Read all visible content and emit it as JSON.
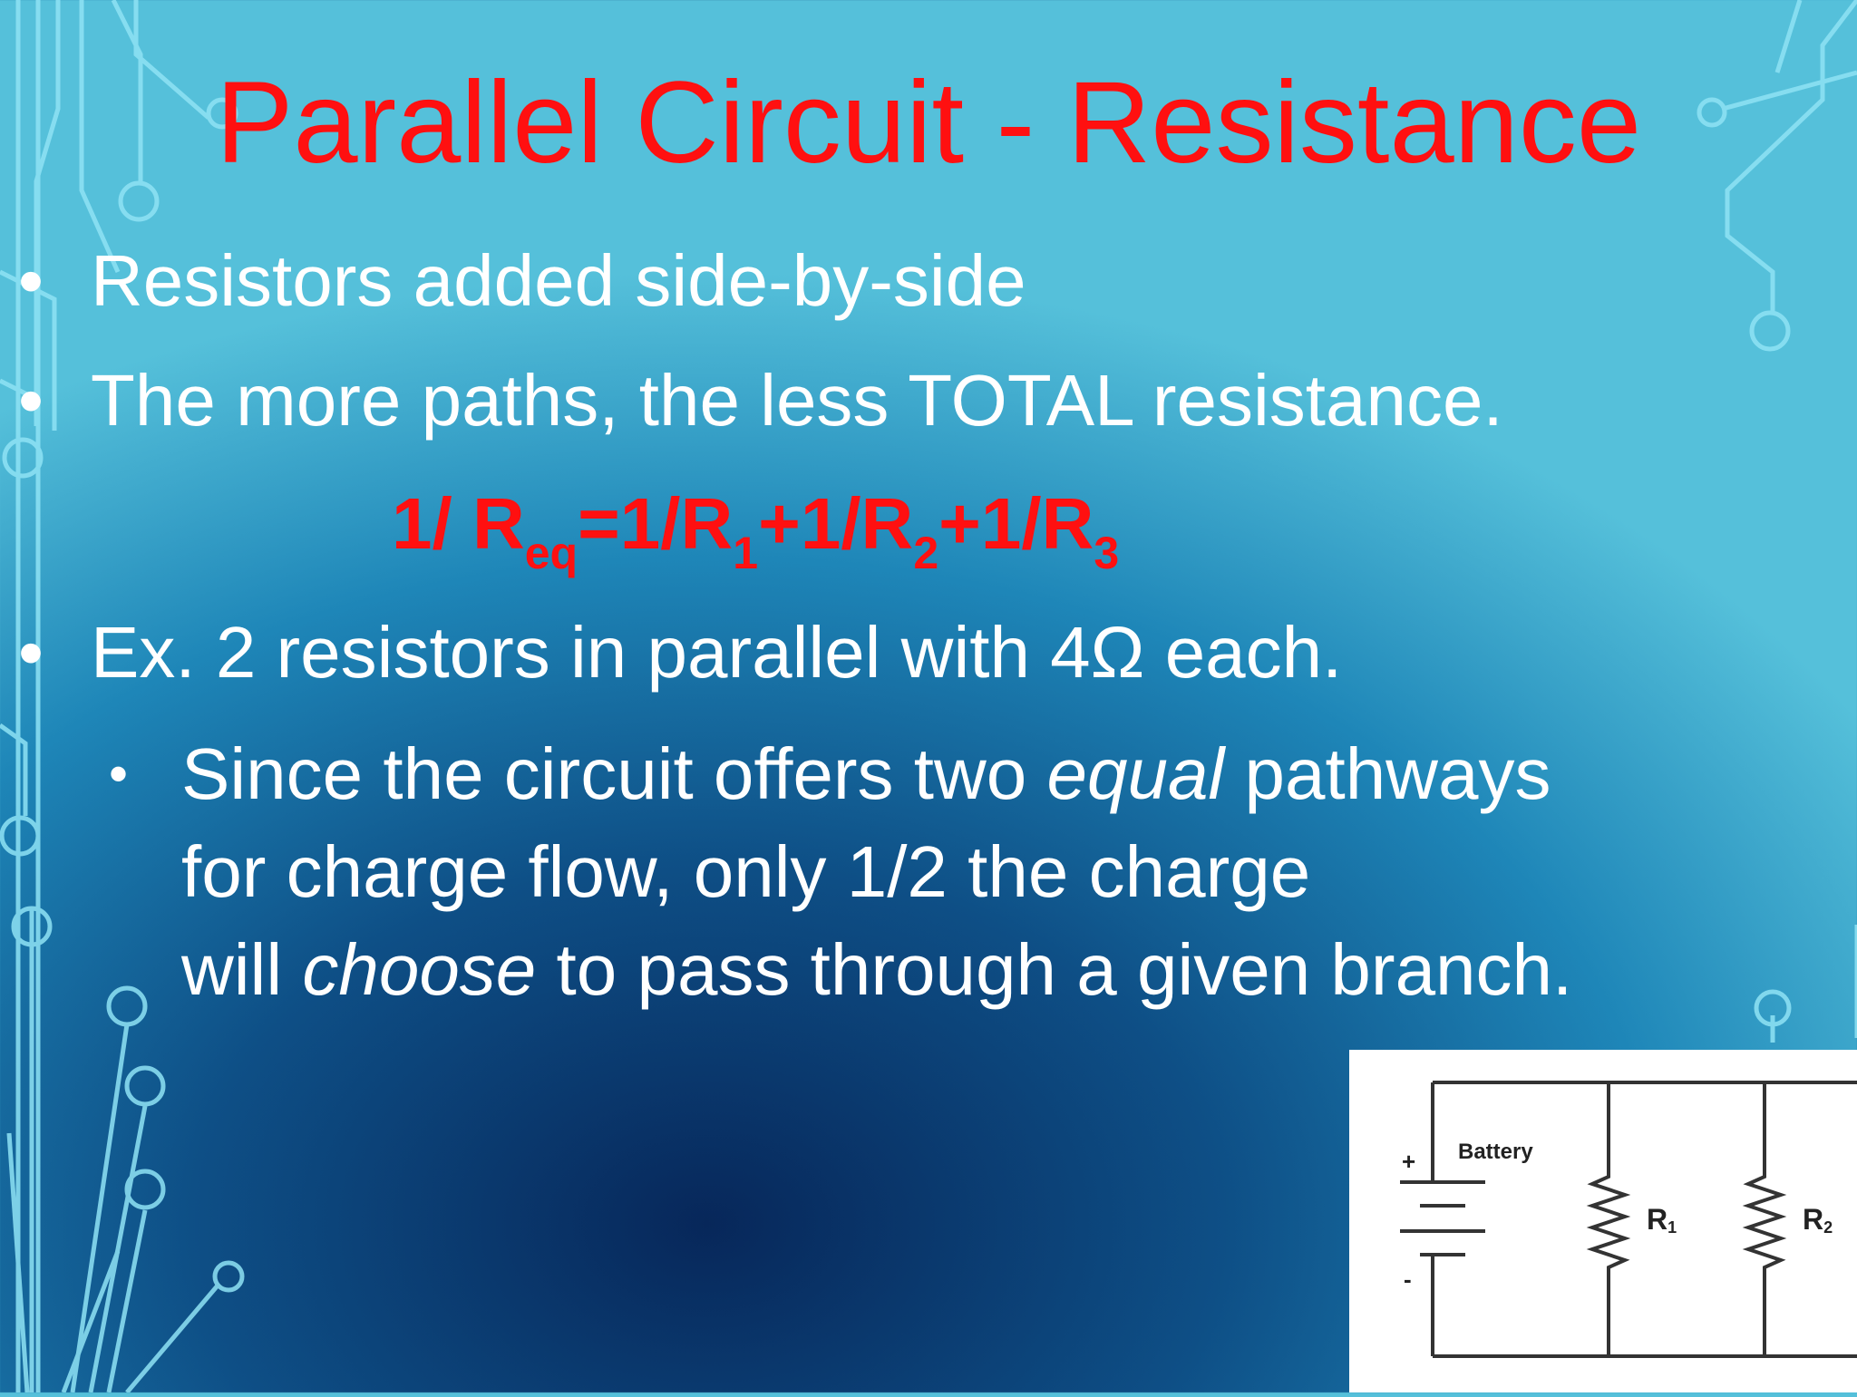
{
  "slide": {
    "title": "Parallel Circuit - Resistance",
    "bullets": [
      {
        "marker": "•",
        "text": "Resistors added side-by-side"
      },
      {
        "marker": "•",
        "text": "The more paths, the less TOTAL resistance."
      },
      {
        "marker": "•",
        "text": "Ex. 2 resistors in parallel with 4Ω each."
      }
    ],
    "formula": {
      "lead": "1/ R",
      "eq_sub": "eq",
      "p1": "=1/R",
      "s1": "1",
      "p2": "+1/R",
      "s2": "2",
      "p3": "+1/R",
      "s3": "3"
    },
    "sub_bullet": {
      "marker": "•",
      "line1_a": "Since the circuit offers two ",
      "line1_em": "equal",
      "line1_b": " pathways",
      "line2": "for charge flow, only 1/2 the charge",
      "line3_a": "will ",
      "line3_em": "choose",
      "line3_b": " to pass through a given branch."
    },
    "diagram": {
      "battery_label": "Battery",
      "plus": "+",
      "minus": "-",
      "r1_label": "R",
      "r1_sub": "1",
      "r2_label": "R",
      "r2_sub": "2"
    },
    "colors": {
      "title": "#ff1010",
      "formula": "#ff1010",
      "text": "#ffffff",
      "circuit_lines": "#8fe3f5"
    }
  }
}
